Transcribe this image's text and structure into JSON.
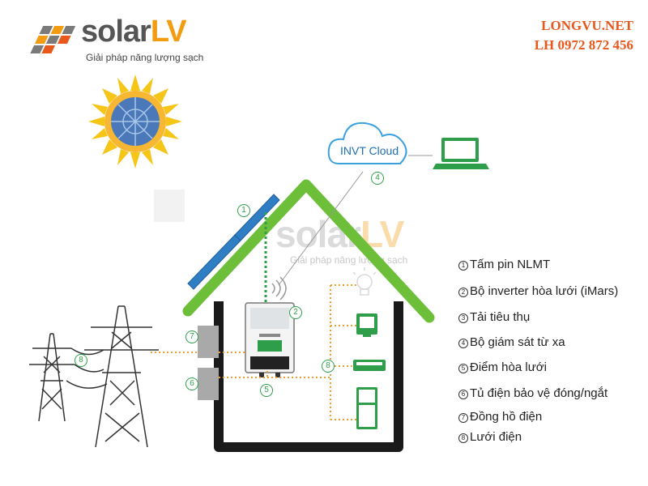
{
  "header": {
    "logo_main": "solar",
    "logo_accent": "LV",
    "logo_tagline": "Giải pháp năng lượng sạch",
    "site_name": "LONGVU.NET",
    "site_phone": "LH 0972 872 456"
  },
  "watermark": {
    "main": "solar",
    "accent": "LV",
    "tagline": "Giải pháp năng lượng sạch"
  },
  "diagram": {
    "cloud_label": "INVT Cloud",
    "markers": [
      "1",
      "2",
      "4",
      "5",
      "6",
      "7",
      "8",
      "8"
    ]
  },
  "legend": [
    {
      "num": "1",
      "text": "Tấm pin NLMT"
    },
    {
      "num": "2",
      "text": "Bộ inverter hòa lưới (iMars)"
    },
    {
      "num": "3",
      "text": "Tải tiêu thụ"
    },
    {
      "num": "4",
      "text": "Bộ giám sát từ xa"
    },
    {
      "num": "5",
      "text": "Điểm hòa lưới"
    },
    {
      "num": "6",
      "text": "Tủ điện bảo vệ đóng/ngắt"
    },
    {
      "num": "7",
      "text": "Đồng hồ điện"
    },
    {
      "num": "8",
      "text": "Lưới điện"
    }
  ],
  "colors": {
    "roof_green": "#6dbf3a",
    "house_wall": "#1a1a1a",
    "panel_blue": "#2f7ec4",
    "accent_orange": "#e8571c",
    "dc_line_green": "#2e9e4a",
    "ac_line_orange": "#f0a030",
    "cloud_blue": "#3aa0e0"
  }
}
